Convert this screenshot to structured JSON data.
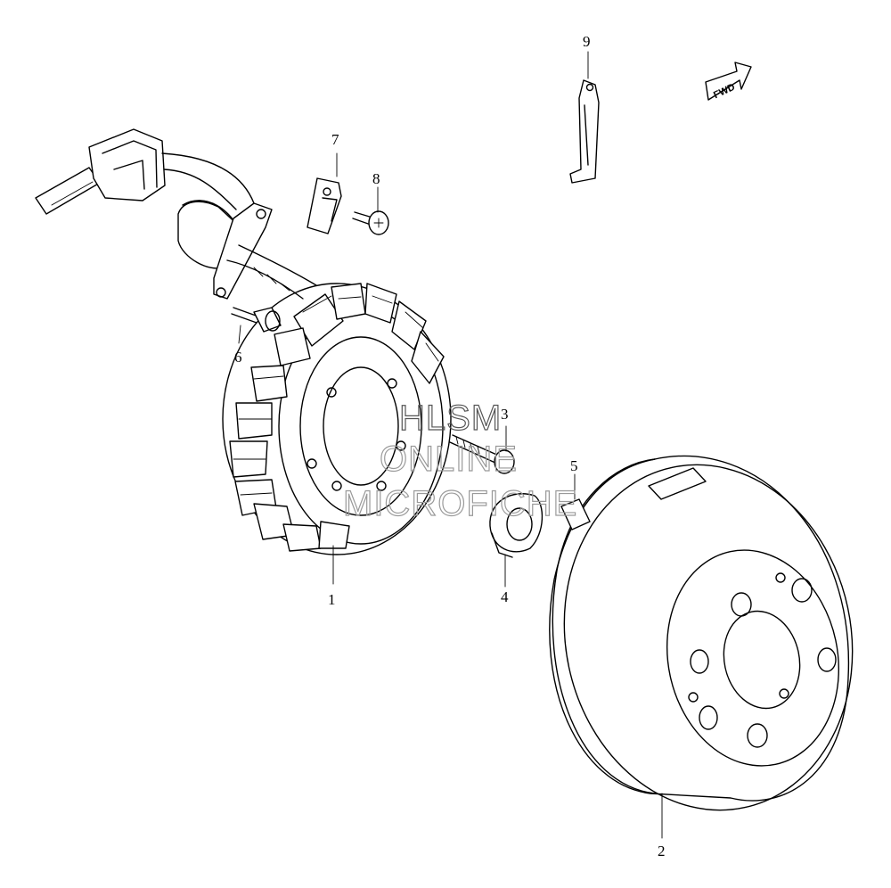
{
  "diagram": {
    "part_labels": {
      "p1": "1",
      "p2": "2",
      "p3": "3",
      "p4": "4",
      "p5": "5",
      "p6": "6",
      "p7": "7",
      "p8": "8",
      "p9": "9"
    },
    "fwd_marker": "FWD",
    "watermark": {
      "line1": "HLSM",
      "line2": "ONLINE",
      "line3": "MICROFICHE"
    }
  }
}
